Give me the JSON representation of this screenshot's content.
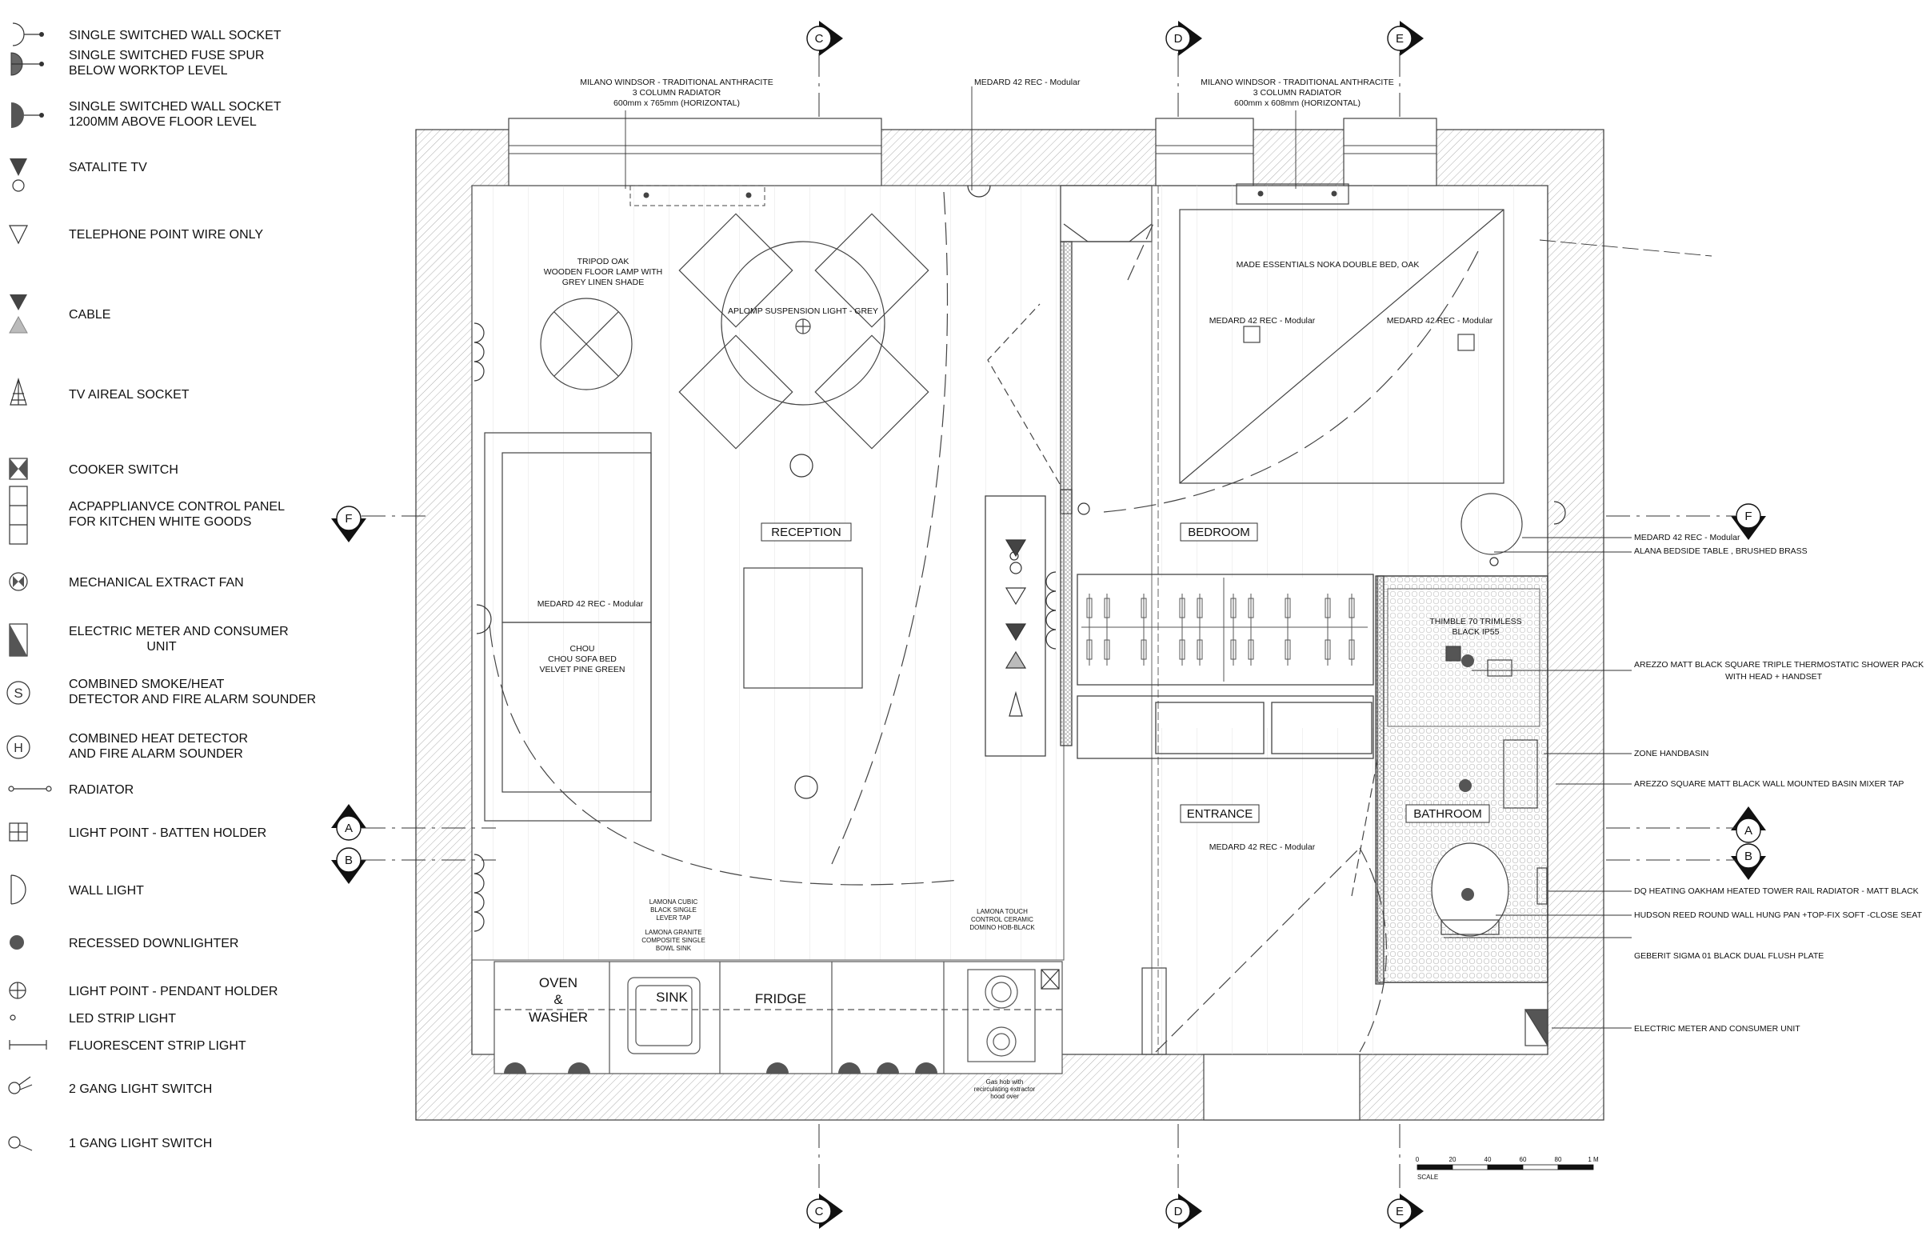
{
  "legend": [
    {
      "icon": "single-switched-wall-socket-icon",
      "lines": [
        "SINGLE SWITCHED WALL SOCKET"
      ]
    },
    {
      "icon": "fuse-spur-icon",
      "lines": [
        "SINGLE SWITCHED FUSE SPUR",
        "BELOW WORKTOP LEVEL"
      ]
    },
    {
      "icon": "high-socket-icon",
      "lines": [
        "SINGLE SWITCHED WALL SOCKET",
        "1200MM ABOVE FLOOR LEVEL"
      ]
    },
    {
      "icon": "satellite-tv-icon",
      "lines": [
        "SATALITE TV"
      ]
    },
    {
      "icon": "telephone-point-icon",
      "lines": [
        "TELEPHONE POINT WIRE ONLY"
      ]
    },
    {
      "icon": "cable-icon",
      "lines": [
        "CABLE"
      ]
    },
    {
      "icon": "tv-aerial-socket-icon",
      "lines": [
        "TV AIREAL SOCKET"
      ]
    },
    {
      "icon": "cooker-switch-icon",
      "lines": [
        "COOKER SWITCH"
      ]
    },
    {
      "icon": "control-panel-icon",
      "lines": [
        "ACPAPPLIANVCE CONTROL PANEL",
        "FOR KITCHEN WHITE GOODS"
      ]
    },
    {
      "icon": "extract-fan-icon",
      "lines": [
        "MECHANICAL EXTRACT FAN"
      ]
    },
    {
      "icon": "electric-meter-icon",
      "lines": [
        "ELECTRIC METER AND CONSUMER",
        "UNIT"
      ]
    },
    {
      "icon": "smoke-detector-icon",
      "lines": [
        "COMBINED SMOKE/HEAT",
        "DETECTOR AND FIRE ALARM SOUNDER"
      ]
    },
    {
      "icon": "heat-detector-icon",
      "lines": [
        "COMBINED HEAT DETECTOR",
        "AND FIRE ALARM SOUNDER"
      ]
    },
    {
      "icon": "radiator-icon",
      "lines": [
        "RADIATOR"
      ]
    },
    {
      "icon": "batten-holder-icon",
      "lines": [
        "LIGHT POINT - BATTEN HOLDER"
      ]
    },
    {
      "icon": "wall-light-icon",
      "lines": [
        "WALL LIGHT"
      ]
    },
    {
      "icon": "recessed-downlighter-icon",
      "lines": [
        "RECESSED DOWNLIGHTER"
      ]
    },
    {
      "icon": "pendant-holder-icon",
      "lines": [
        "LIGHT POINT - PENDANT HOLDER"
      ]
    },
    {
      "icon": "led-strip-icon",
      "lines": [
        "LED STRIP LIGHT"
      ]
    },
    {
      "icon": "fluorescent-strip-icon",
      "lines": [
        "FLUORESCENT STRIP LIGHT"
      ]
    },
    {
      "icon": "two-gang-switch-icon",
      "lines": [
        "2 GANG LIGHT SWITCH"
      ]
    },
    {
      "icon": "one-gang-switch-icon",
      "lines": [
        "1 GANG LIGHT SWITCH"
      ]
    }
  ],
  "sections": {
    "c": "C",
    "d": "D",
    "e": "E",
    "f": "F",
    "a": "A",
    "b": "B"
  },
  "rooms": {
    "reception": "RECEPTION",
    "bedroom": "BEDROOM",
    "entrance": "ENTRANCE",
    "bathroom": "BATHROOM",
    "oven": "OVEN",
    "amp": "&",
    "washer": "WASHER",
    "sink": "SINK",
    "fridge": "FRIDGE"
  },
  "notes": {
    "radiator_left": [
      "MILANO WINDSOR - TRADITIONAL ANTHRACITE",
      "3 COLUMN RADIATOR",
      "600mm x 765mm (HORIZONTAL)"
    ],
    "radiator_right": [
      "MILANO WINDSOR - TRADITIONAL ANTHRACITE",
      "3 COLUMN RADIATOR",
      "600mm x 608mm (HORIZONTAL)"
    ],
    "medard_top": "MEDARD 42 REC - Modular",
    "floor_lamp": [
      "TRIPOD OAK",
      "WOODEN FLOOR LAMP WITH",
      "GREY LINEN SHADE"
    ],
    "suspension": "APLOMP SUSPENSION LIGHT - GREY",
    "bed": "MADE ESSENTIALS NOKA DOUBLE BED, OAK",
    "medard_bed_left": "MEDARD 42 REC - Modular",
    "medard_bed_right": "MEDARD 42 REC - Modular",
    "medard_sofa": "MEDARD 42 REC - Modular",
    "sofa": [
      "CHOU",
      "CHOU SOFA BED",
      "VELVET PINE GREEN"
    ],
    "medard_entrance": "MEDARD 42 REC - Modular",
    "tap": [
      "LAMONA CUBIC",
      "BLACK SINGLE",
      "LEVER TAP"
    ],
    "sink_unit": [
      "LAMONA GRANITE",
      "COMPOSITE SINGLE",
      "BOWL SINK"
    ],
    "hob": [
      "LAMONA TOUCH",
      "CONTROL CERAMIC",
      "DOMINO HOB-BLACK"
    ],
    "gas_hob": [
      "Gas hob with",
      "recirculating extractor",
      "hood over"
    ],
    "thimble": [
      "THIMBLE 70 TRIMLESS",
      "BLACK IP55"
    ]
  },
  "callouts": {
    "medard_right": "MEDARD 42 REC - Modular",
    "bedside": "ALANA  BEDSIDE TABLE , BRUSHED BRASS",
    "shower": [
      "AREZZO MATT BLACK SQUARE TRIPLE THERMOSTATIC SHOWER PACK",
      "WITH HEAD + HANDSET"
    ],
    "handbasin": "ZONE HANDBASIN",
    "basin_tap": "AREZZO SQUARE MATT BLACK WALL MOUNTED BASIN MIXER TAP",
    "towel_rail": "DQ HEATING OAKHAM HEATED TOWER RAIL RADIATOR - MATT BLACK",
    "wc": "HUDSON REED ROUND WALL HUNG PAN +TOP-FIX SOFT -CLOSE SEAT",
    "flush_plate": "GEBERIT SIGMA 01 BLACK DUAL FLUSH PLATE",
    "meter": "ELECTRIC METER AND CONSUMER UNIT"
  },
  "scale": {
    "ticks": [
      "0",
      "20",
      "40",
      "60",
      "80",
      "1 M"
    ],
    "label": "SCALE"
  }
}
